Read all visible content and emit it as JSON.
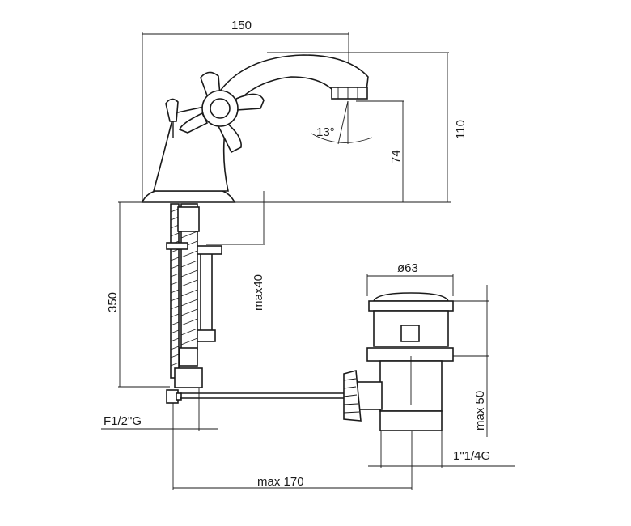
{
  "dimensions": {
    "spout_reach": "150",
    "total_height": "110",
    "spout_height": "74",
    "spout_angle": "13°",
    "under_counter_length": "350",
    "max_thickness": "max40",
    "drain_diameter": "ø63",
    "drain_height": "max 50",
    "drain_thread": "1\"1/4G",
    "connection_thread": "F1/2\"G",
    "rod_length": "max 170"
  }
}
